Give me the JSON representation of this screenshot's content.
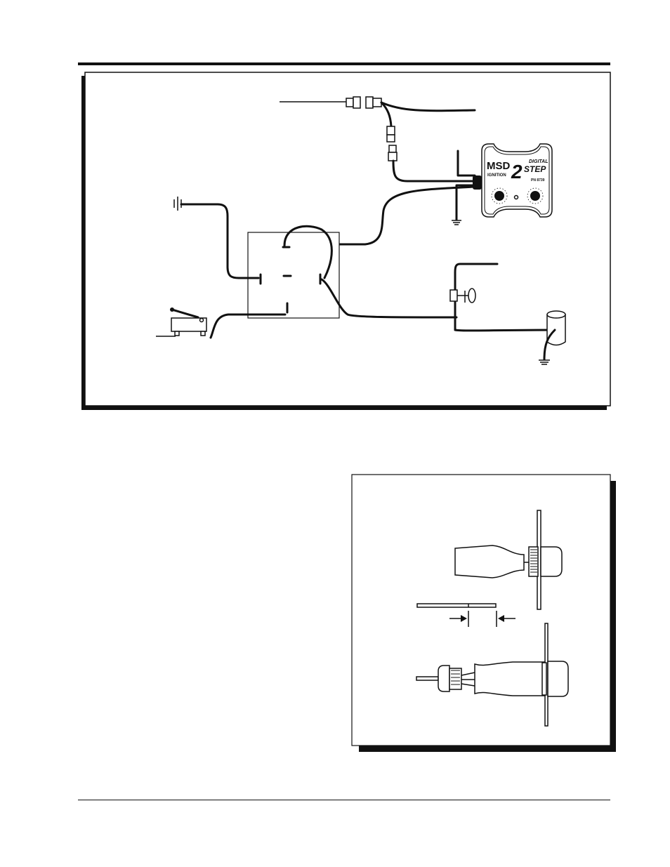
{
  "module": {
    "brand": "MSD",
    "brand_sub": "IGNITION",
    "product_big": "2",
    "product_word": "STEP",
    "product_top": "DIGITAL",
    "part_no": "PN 8739"
  },
  "colors": {
    "ink": "#111111",
    "paper": "#ffffff"
  }
}
